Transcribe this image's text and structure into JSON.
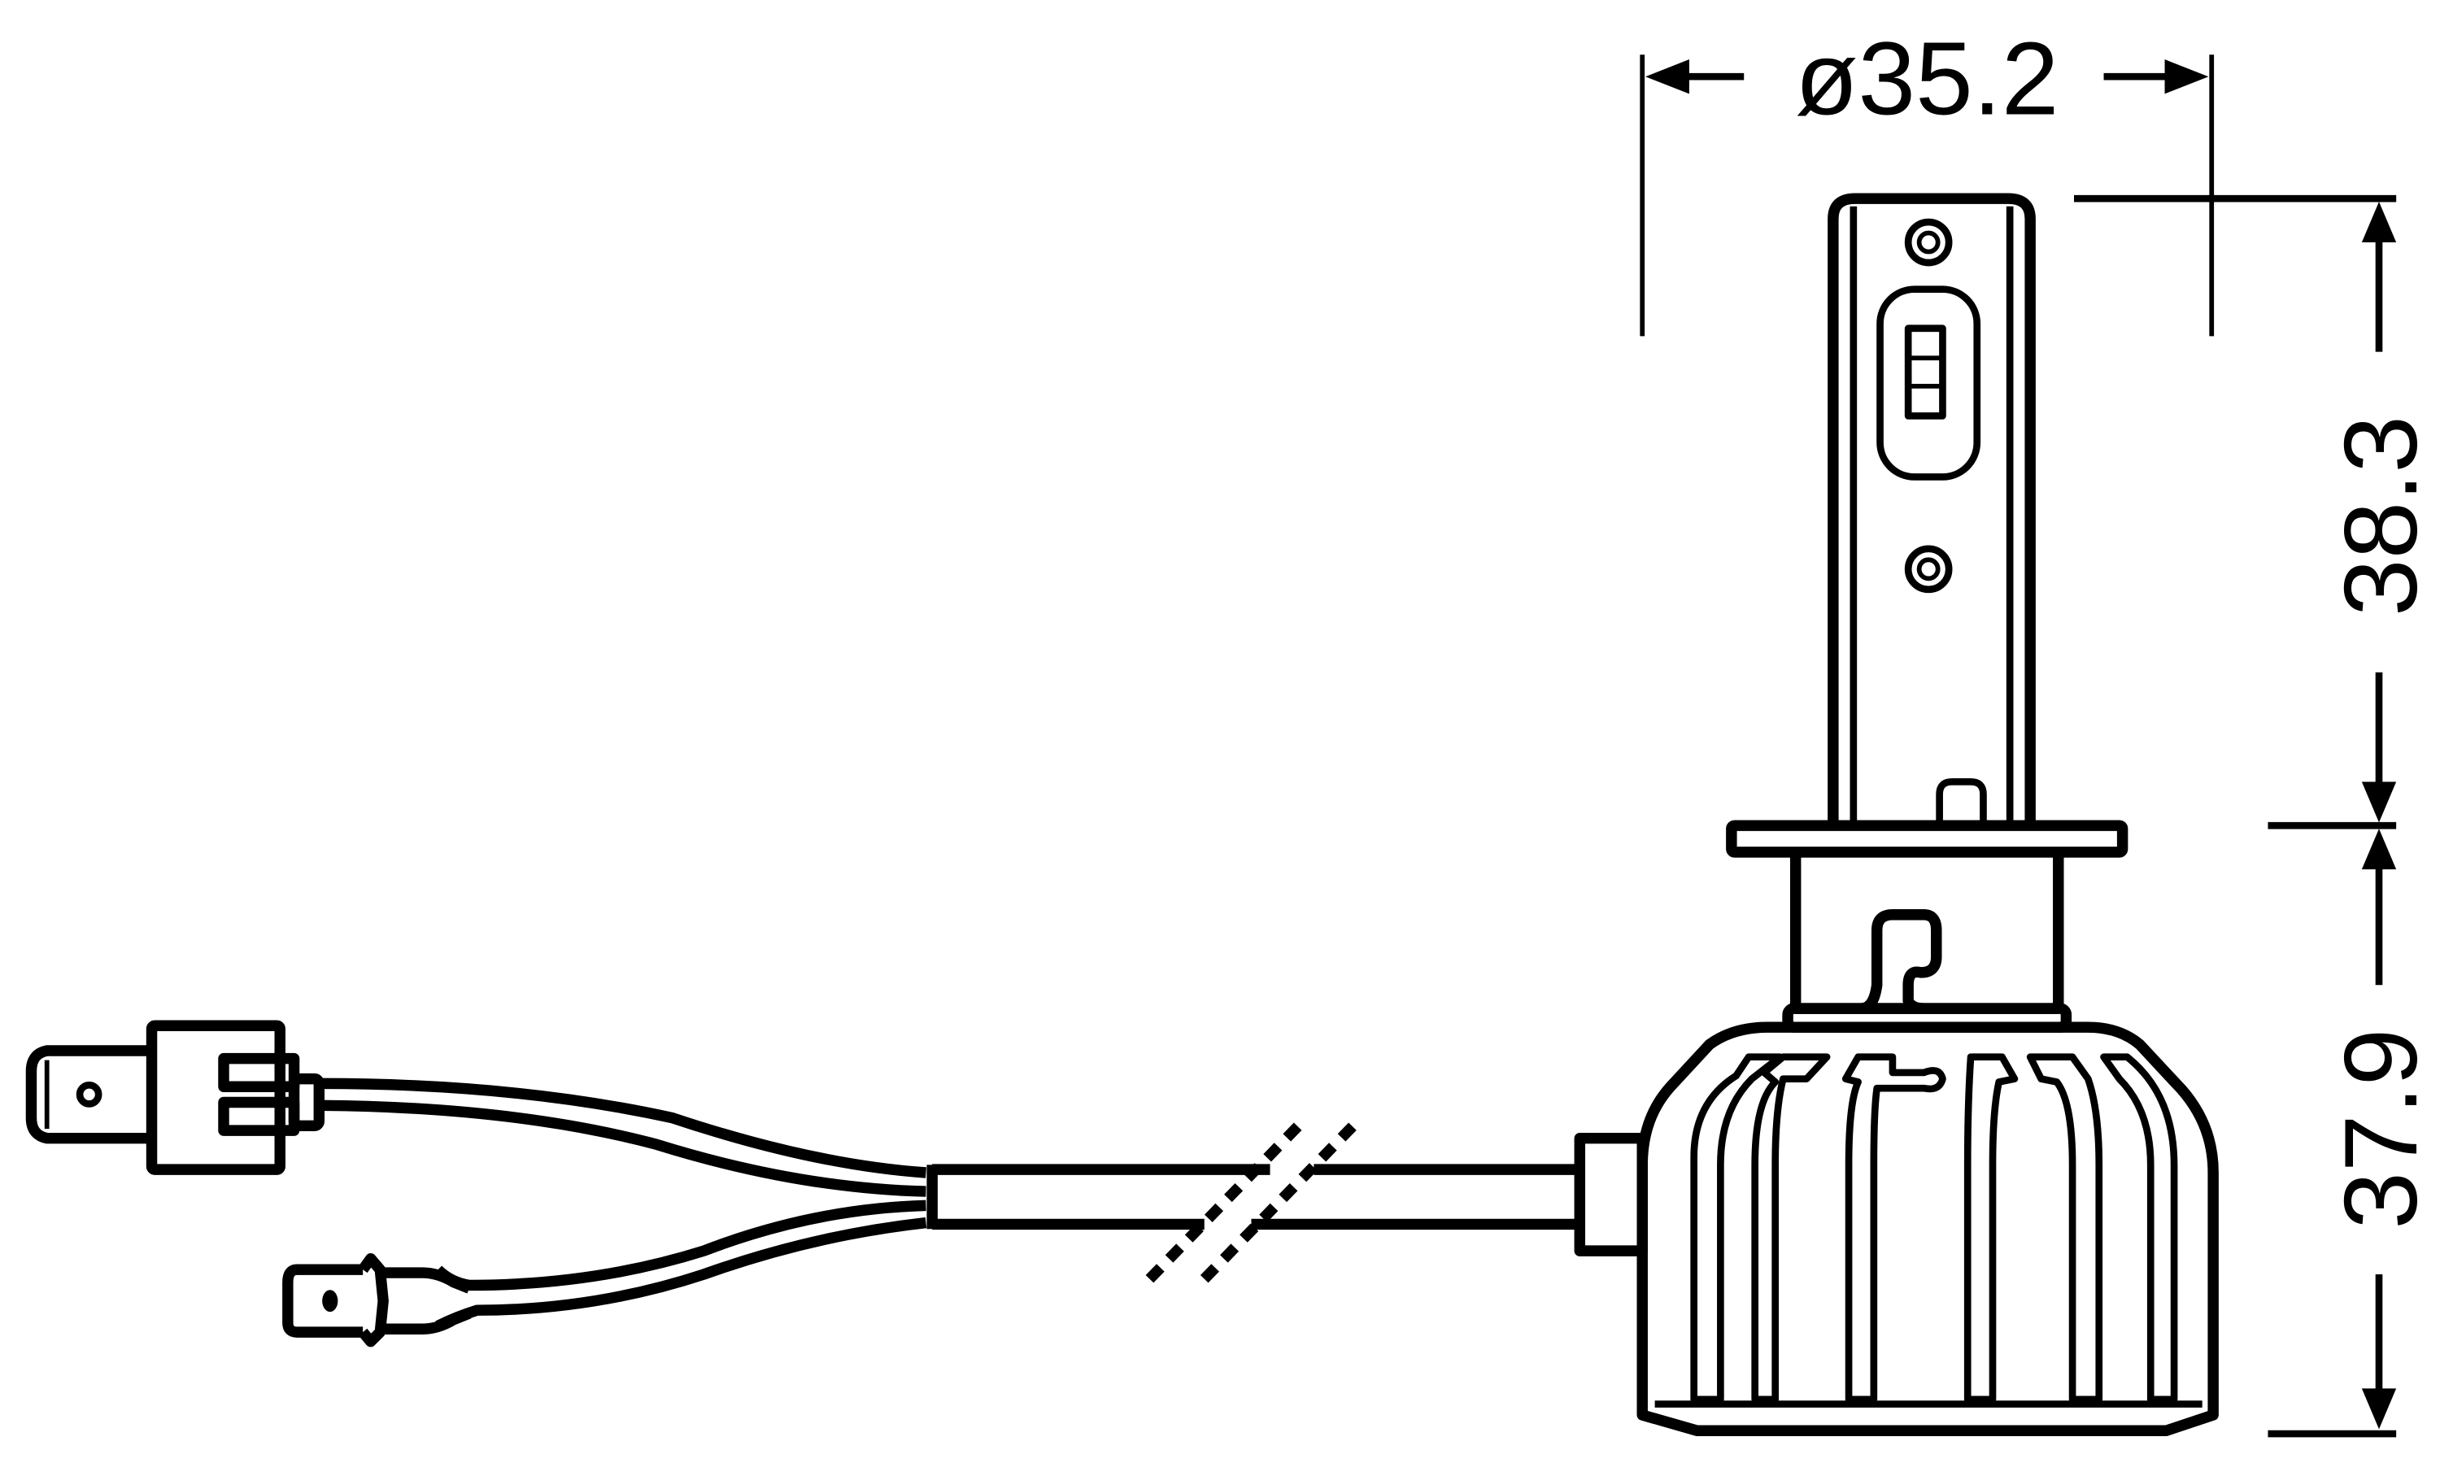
{
  "drawing": {
    "subject": "LED headlight bulb technical dimension drawing",
    "colors": {
      "line": "#000000",
      "background": "#ffffff"
    },
    "dimensions": {
      "diameter": {
        "label": "ø35.2",
        "value": 35.2,
        "orientation": "horizontal"
      },
      "upper_height": {
        "label": "38.3",
        "value": 38.3,
        "orientation": "vertical"
      },
      "lower_height": {
        "label": "37.9",
        "value": 37.9,
        "orientation": "vertical"
      }
    },
    "parts": [
      "led-board",
      "mounting-flange",
      "base-collar",
      "finned-heatsink",
      "cable",
      "cable-break-mark",
      "h-connector-plug",
      "spade-terminal"
    ]
  }
}
